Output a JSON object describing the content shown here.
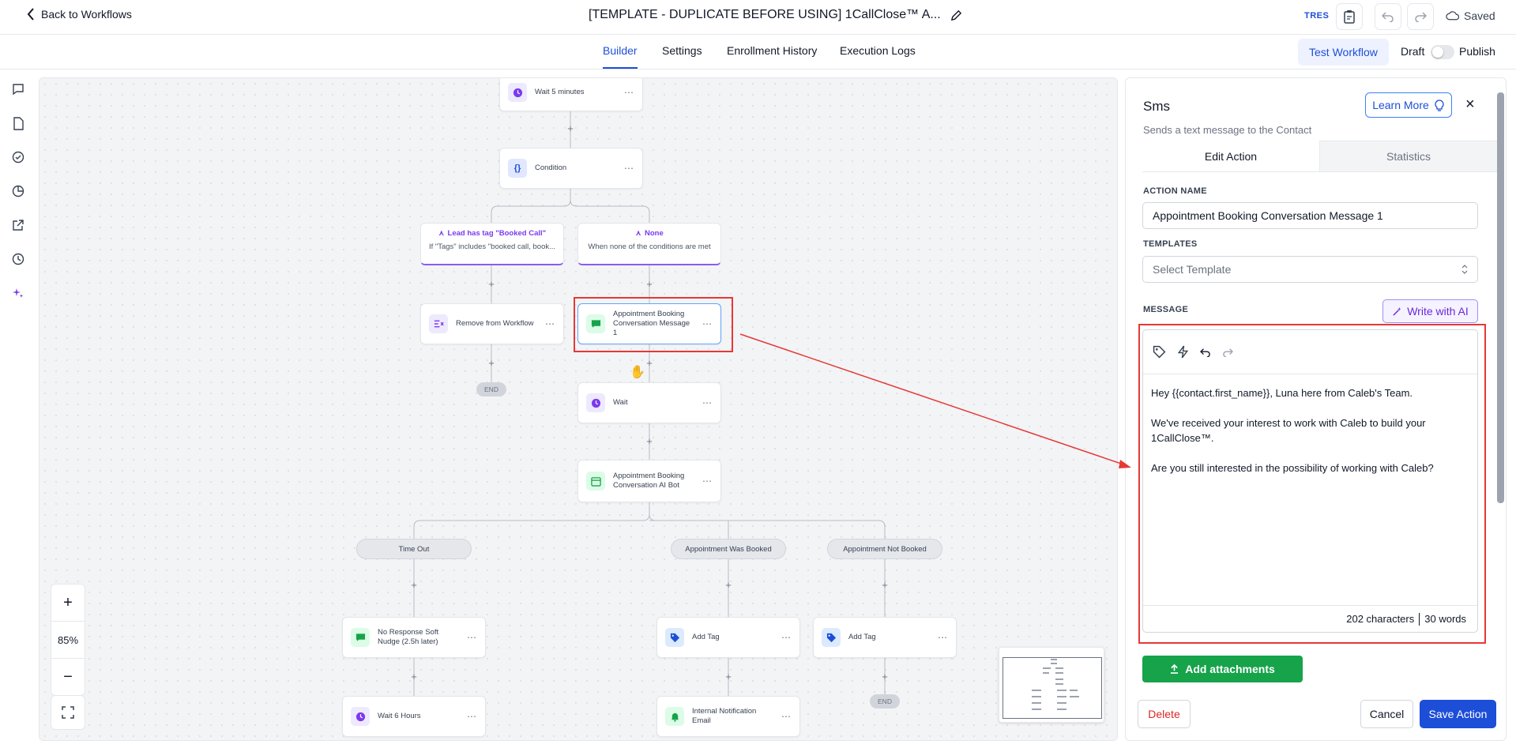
{
  "topbar": {
    "back_label": "Back to Workflows",
    "workflow_title": "[TEMPLATE - DUPLICATE BEFORE USING] 1CallClose™ A...",
    "user_badge": "TRES",
    "saved_label": "Saved"
  },
  "nav": {
    "tabs": [
      "Builder",
      "Settings",
      "Enrollment History",
      "Execution Logs"
    ],
    "active_tab": "Builder",
    "test_workflow": "Test Workflow",
    "draft_label": "Draft",
    "publish_label": "Publish"
  },
  "canvas": {
    "nodes": {
      "wait5": "Wait 5 minutes",
      "condition": "Condition",
      "branch_booked_title": "Lead has tag \"Booked Call\"",
      "branch_booked_desc": "If \"Tags\" includes \"booked call, book...",
      "branch_none_title": "None",
      "branch_none_desc": "When none of the conditions are met",
      "remove": "Remove from Workflow",
      "sms1": "Appointment Booking Conversation Message 1",
      "wait": "Wait",
      "aibot": "Appointment Booking Conversation AI Bot",
      "timeout": "Time Out",
      "booked": "Appointment Was Booked",
      "notbooked": "Appointment Not Booked",
      "nudge": "No Response Soft Nudge (2.5h later)",
      "addtag1": "Add Tag",
      "addtag2": "Add Tag",
      "wait6": "Wait 6 Hours",
      "notify": "Internal Notification Email",
      "end": "END"
    },
    "zoom_level": "85%",
    "zoom_in": "+",
    "zoom_out": "−"
  },
  "panel": {
    "title": "Sms",
    "description": "Sends a text message to the Contact",
    "learn_more": "Learn More",
    "tabs": [
      "Edit Action",
      "Statistics"
    ],
    "action_name_label": "ACTION NAME",
    "action_name_value": "Appointment Booking Conversation Message 1",
    "templates_label": "TEMPLATES",
    "templates_placeholder": "Select Template",
    "message_label": "MESSAGE",
    "write_ai": "Write with AI",
    "message_lines": [
      "Hey {{contact.first_name}}, Luna here from Caleb's Team.",
      "We've received your interest to work with Caleb to build your 1CallClose™.",
      "Are you still interested in the possibility of working with Caleb?"
    ],
    "char_count": "202 characters",
    "word_count": "30 words",
    "add_attachments": "Add attachments",
    "delete": "Delete",
    "cancel": "Cancel",
    "save_action": "Save Action"
  },
  "colors": {
    "primary": "#1d4ed8",
    "success": "#16a34a",
    "danger": "#dc2626",
    "annotation_red": "#e53935",
    "condition_purple": "#7c3aed"
  }
}
